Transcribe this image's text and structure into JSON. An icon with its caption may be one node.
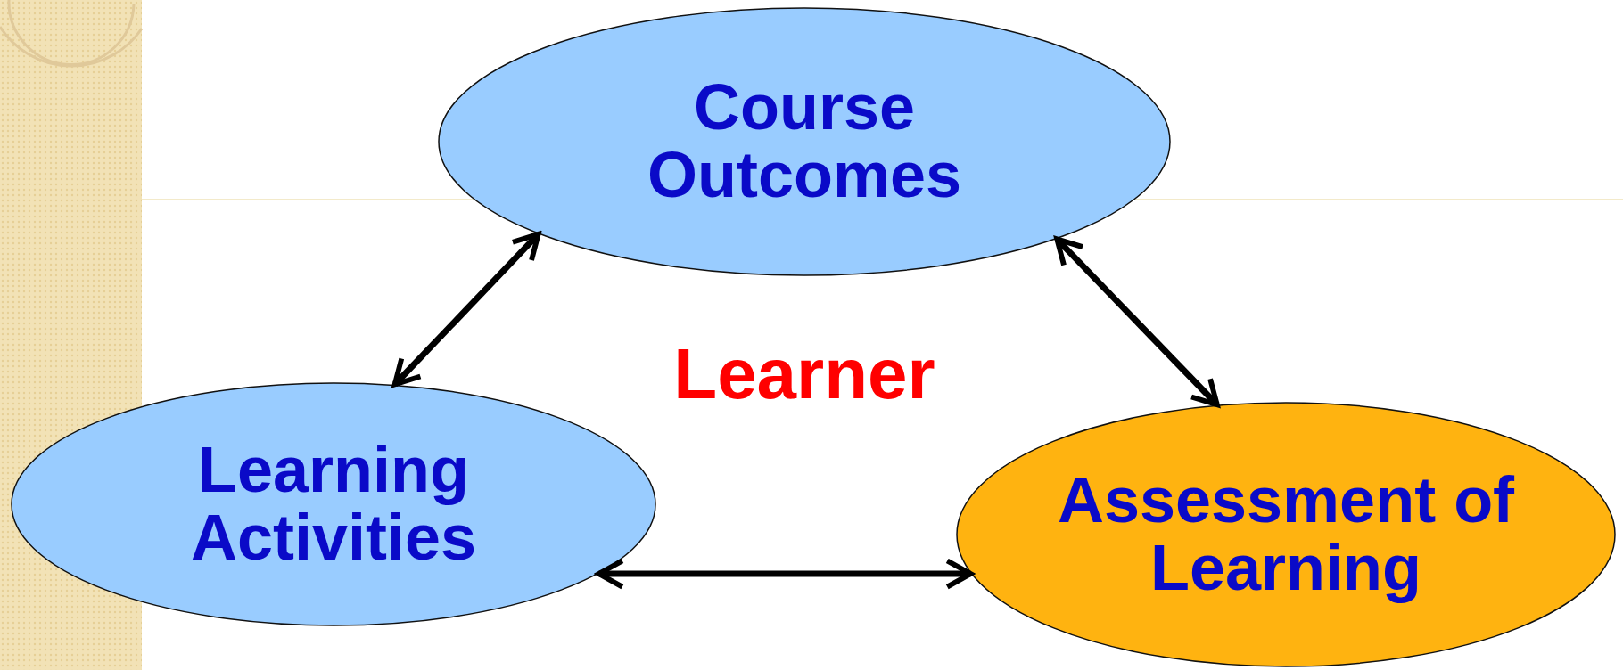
{
  "diagram": {
    "nodes": [
      {
        "text": [
          "Course Outcomes"
        ]
      },
      {
        "text": [
          "Learning Activities"
        ]
      },
      {
        "text": [
          "Assessment of Learning"
        ]
      }
    ],
    "edges": [
      {
        "from": 0,
        "to": 1,
        "arrow": "both"
      },
      {
        "from": 0,
        "to": 2,
        "arrow": "both"
      },
      {
        "from": 1,
        "to": 2,
        "arrow": "both"
      }
    ],
    "labels": [
      "Learner"
    ]
  }
}
